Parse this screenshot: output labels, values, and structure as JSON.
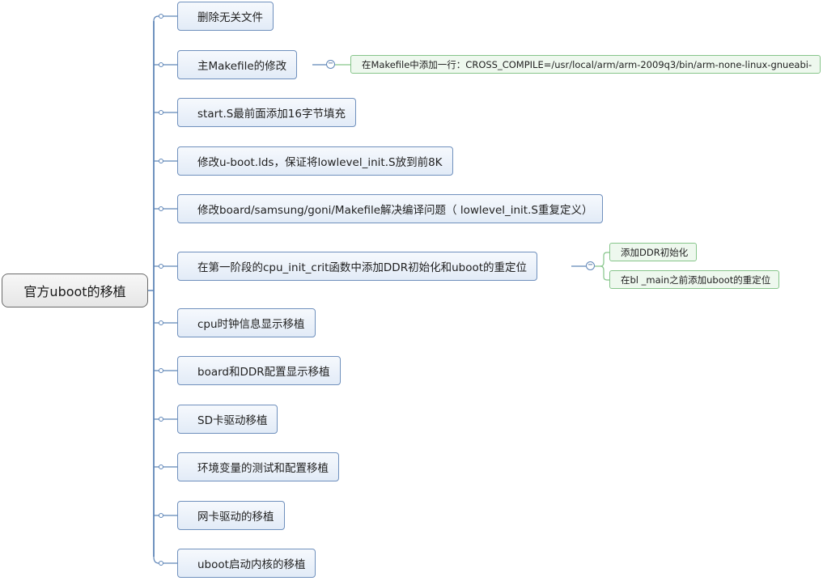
{
  "root": {
    "label": "官方uboot的移植"
  },
  "topics": [
    {
      "label": "删除无关文件"
    },
    {
      "label": "主Makefile的修改",
      "toggle": "−",
      "subs": [
        {
          "label": "在Makefile中添加一行：CROSS_COMPILE=/usr/local/arm/arm-2009q3/bin/arm-none-linux-gnueabi-"
        }
      ]
    },
    {
      "label": "start.S最前面添加16字节填充"
    },
    {
      "label": "修改u-boot.lds，保证将lowlevel_init.S放到前8K"
    },
    {
      "label": "修改board/samsung/goni/Makefile解决编译问题（ lowlevel_init.S重复定义）"
    },
    {
      "label": "在第一阶段的cpu_init_crit函数中添加DDR初始化和uboot的重定位",
      "toggle": "−",
      "subs": [
        {
          "label": "添加DDR初始化"
        },
        {
          "label": "在bl _main之前添加uboot的重定位"
        }
      ]
    },
    {
      "label": "cpu时钟信息显示移植"
    },
    {
      "label": "board和DDR配置显示移植"
    },
    {
      "label": "SD卡驱动移植"
    },
    {
      "label": "环境变量的测试和配置移植"
    },
    {
      "label": "网卡驱动的移植"
    },
    {
      "label": "uboot启动内核的移植"
    }
  ],
  "colors": {
    "topic_border": "#6f90bd",
    "connector": "#5f86b8",
    "sub_border": "#86c58a",
    "sub_fill": "#eef8ee",
    "root_border": "#6b6b6b"
  }
}
